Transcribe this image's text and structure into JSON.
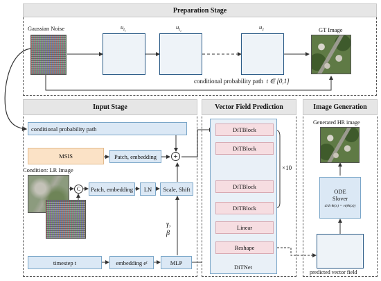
{
  "headers": {
    "preparation": "Preparation Stage",
    "input": "Input Stage",
    "vector_field": "Vector Field Prediction",
    "image_generation": "Image Generation"
  },
  "prep": {
    "gaussian_noise": "Gaussian Noise",
    "u_t1": "u",
    "u_t1_sub": "t₁",
    "u_t2": "u",
    "u_t2_sub": "t₂",
    "u_1": "u",
    "u_1_sub": "1",
    "gt_image": "GT Image",
    "path_label": "conditional probability path",
    "path_math": "t ∈ [0,1]"
  },
  "input": {
    "cond_path": "conditional probability path",
    "msis": "MSIS",
    "patch_embedding_top": "Patch, embedding",
    "plus": "+",
    "condition_lr": "Condition: LR Image",
    "concat": "C",
    "patch_embedding_mid": "Patch, embedding",
    "ln": "LN",
    "scale_shift": "Scale, Shift",
    "gamma": "γ,",
    "beta": "β",
    "timestep": "timestep t",
    "embedding": "embedding e",
    "embedding_sub": "t",
    "mlp": "MLP"
  },
  "vfp": {
    "dit_blocks": [
      "DiTBlock",
      "DiTBlock",
      "DiTBlock",
      "DiTBlock"
    ],
    "repeat": "×10",
    "linear": "Linear",
    "reshape": "Reshape",
    "network": "DiTNet"
  },
  "gen": {
    "generated_hr": "Generated HR image",
    "ode_line1": "ODE",
    "ode_line2": "Slover",
    "ode_formula": "d/dt θt(x) = vt(θt(x))",
    "predicted_field": "predicted vector field"
  },
  "colors": {
    "header_bg": "#e6e6e6",
    "box_blue": "#dbe8f5",
    "box_pink": "#f6dde1",
    "box_orange": "#fbe2c6",
    "arrow_red": "#d81b1b",
    "grid_line": "#2a5a86"
  }
}
